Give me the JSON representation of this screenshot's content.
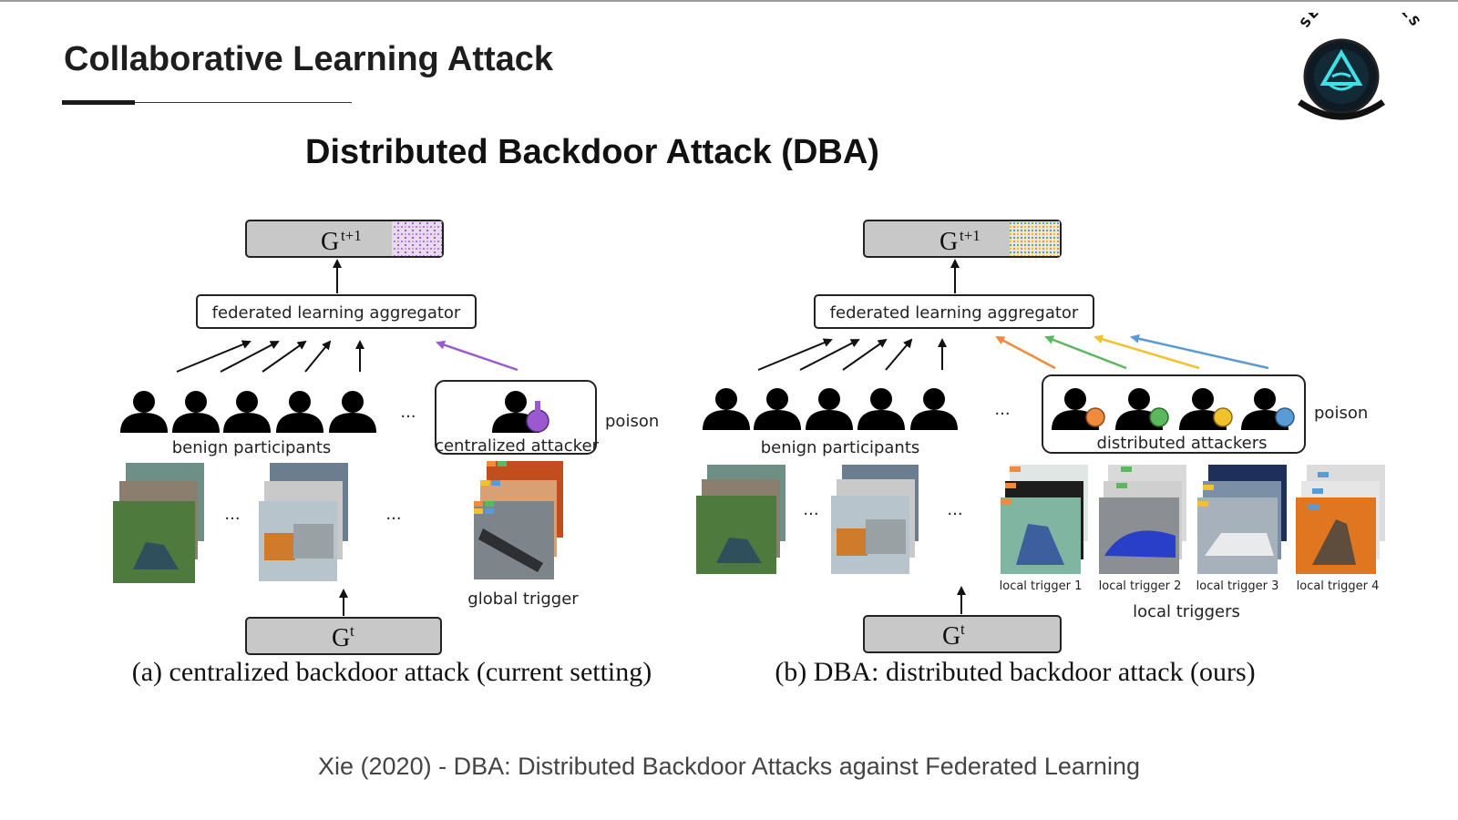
{
  "slide": {
    "title": "Collaborative Learning Attack",
    "subtitle": "Distributed Backdoor Attack (DBA)",
    "citation": "Xie (2020) - DBA: Distributed Backdoor Attacks against Federated Learning"
  },
  "logo": {
    "text": "SECSURENX LS"
  },
  "figure": {
    "g_letter": "G",
    "next_sup": "t+1",
    "current_sup": "t",
    "ellipsis": "···",
    "panel_a": {
      "aggregator": "federated learning aggregator",
      "benign": "benign participants",
      "attacker": "centralized attacker",
      "poison": "poison",
      "trigger": "global trigger",
      "caption": "(a) centralized backdoor attack (current setting)"
    },
    "panel_b": {
      "aggregator": "federated learning aggregator",
      "benign": "benign participants",
      "attackers": "distributed attackers",
      "poison": "poison",
      "local_trigger_labels": [
        "local trigger 1",
        "local trigger 2",
        "local trigger 3",
        "local trigger 4"
      ],
      "local_triggers": "local triggers",
      "caption": "(b) DBA: distributed backdoor attack (ours)"
    },
    "colors": {
      "box_gray": "#c8c8c8",
      "attack_purple": "#9b59d0",
      "trigger_orange": "#f08a3c",
      "trigger_green": "#5cb85c",
      "trigger_yellow": "#f2c12e",
      "trigger_blue": "#5b9bd5"
    }
  }
}
